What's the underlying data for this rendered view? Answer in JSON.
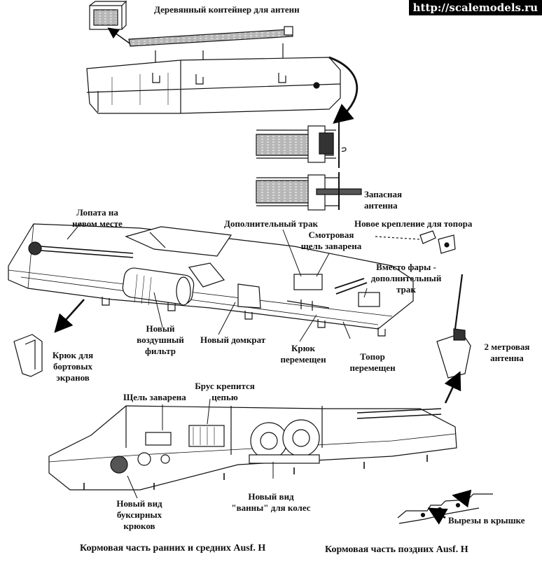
{
  "watermark": "http://scalemodels.ru",
  "labels": {
    "wooden_container": "Деревянный контейнер для антенн",
    "spare_antenna": "Запасная\nантенна",
    "shovel": "Лопата на\nновом месте",
    "extra_track": "Дополнительный трак",
    "vision_slit": "Смотровая\nщель заварена",
    "new_axe_mount": "Новое крепление для топора",
    "instead_headlight": "Вместо фары -\nдополнительный\nтрак",
    "new_air_filter": "Новый\nвоздушный\nфильтр",
    "new_jack": "Новый домкрат",
    "hook_moved": "Крюк\nперемещен",
    "axe_moved": "Топор\nперемещен",
    "side_skirt_hook": "Крюк для\nбортовых\nэкранов",
    "antenna_2m": "2 метровая\nантенна",
    "slit_welded": "Щель заварена",
    "beam_chain": "Брус крепится\nцепью",
    "new_tow_hooks": "Новый вид\nбуксирных\nкрюков",
    "new_wheel_bath": "Новый вид\n\"ванны\" для колес",
    "roof_cutouts": "Вырезы в крышке"
  },
  "captions": {
    "early": "Кормовая часть ранних и средних Ausf. H",
    "late": "Кормовая часть поздних Ausf. H"
  }
}
